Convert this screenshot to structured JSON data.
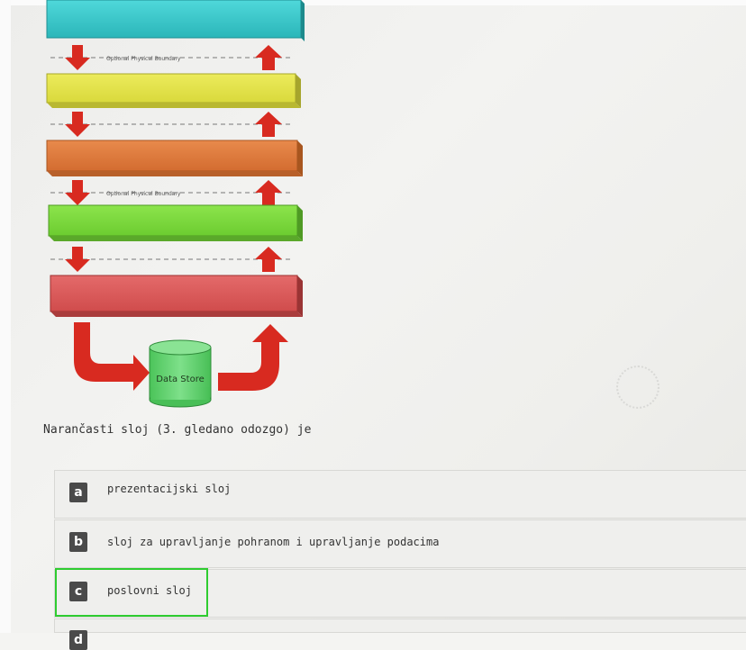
{
  "diagram": {
    "boundary_label_1": "Optional Physical Boundary",
    "boundary_label_2": "Optional Physical Boundary",
    "data_store_label": "Data Store"
  },
  "question": {
    "text": "Narančasti sloj (3. gledano odozgo) je"
  },
  "options": [
    {
      "letter": "a",
      "text": "prezentacijski sloj"
    },
    {
      "letter": "b",
      "text": "sloj za upravljanje pohranom i upravljanje podacima"
    },
    {
      "letter": "c",
      "text": "poslovni sloj"
    },
    {
      "letter": "d",
      "text": ""
    }
  ],
  "colors": {
    "layer_cyan": "#3cc9cc",
    "layer_yellow": "#e5e44a",
    "layer_orange": "#e07b3c",
    "layer_green": "#7cd83c",
    "layer_red": "#dc5c5c",
    "arrow_red": "#d82a20",
    "data_store_green": "#5fd06a",
    "selection_outline": "#2ecc30"
  }
}
